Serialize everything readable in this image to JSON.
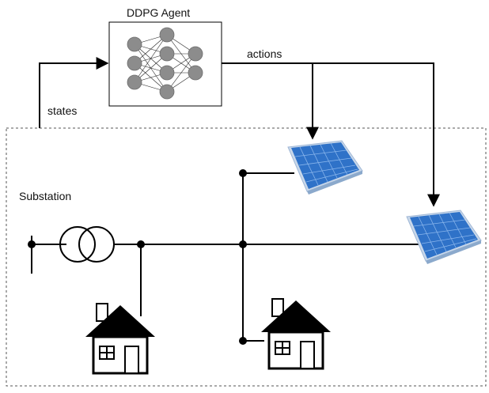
{
  "diagram": {
    "agent_title": "DDPG Agent",
    "states_label": "states",
    "actions_label": "actions",
    "substation_label": "Substation"
  },
  "colors": {
    "line": "#000000",
    "node": "#8c8c8c",
    "panel_frame": "#c9d8ea",
    "panel_face": "#2f72c8",
    "panel_grid": "#a9c8f0",
    "dashed_border": "#555555"
  },
  "icons": {
    "agent": "neural-network-icon",
    "transformer": "transformer-icon",
    "pv": "solar-panel-icon",
    "load": "house-icon"
  }
}
